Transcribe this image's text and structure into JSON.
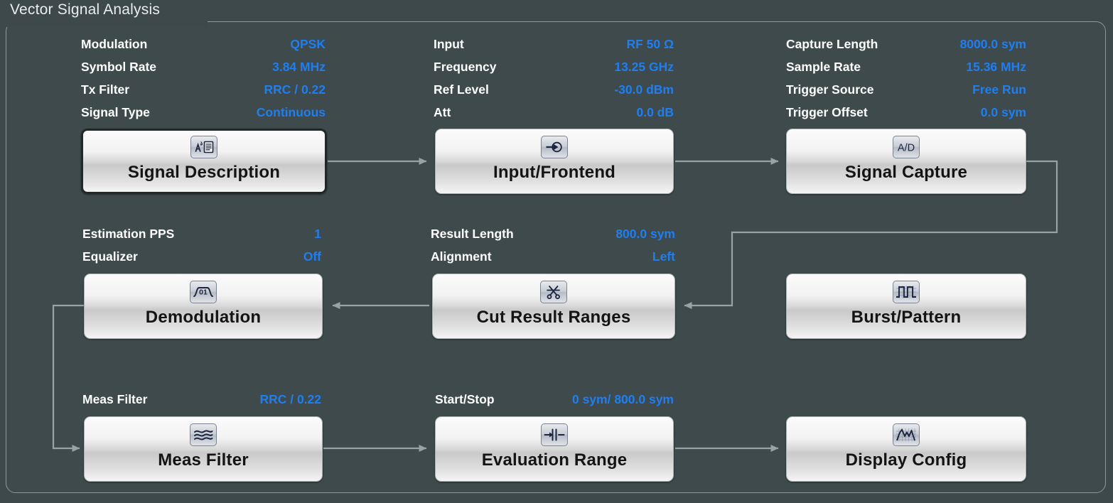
{
  "panel": {
    "title": "Vector Signal Analysis",
    "accent_value_color": "#1f7ef0",
    "label_color": "#ffffff",
    "background_color": "#3e4a4c",
    "border_color": "#8e9899"
  },
  "parameter_groups": [
    {
      "group": "signal-description-params",
      "rows": [
        {
          "name": "Modulation",
          "value": "QPSK"
        },
        {
          "name": "Symbol Rate",
          "value": "3.84 MHz"
        },
        {
          "name": "Tx Filter",
          "value": "RRC / 0.22"
        },
        {
          "name": "Signal Type",
          "value": "Continuous"
        }
      ]
    },
    {
      "group": "input-frontend-params",
      "rows": [
        {
          "name": "Input",
          "value": "RF 50 Ω"
        },
        {
          "name": "Frequency",
          "value": "13.25 GHz"
        },
        {
          "name": "Ref Level",
          "value": "-30.0 dBm"
        },
        {
          "name": "Att",
          "value": "0.0 dB"
        }
      ]
    },
    {
      "group": "signal-capture-params",
      "rows": [
        {
          "name": "Capture Length",
          "value": "8000.0 sym"
        },
        {
          "name": "Sample Rate",
          "value": "15.36 MHz"
        },
        {
          "name": "Trigger Source",
          "value": "Free Run"
        },
        {
          "name": "Trigger Offset",
          "value": "0.0 sym"
        }
      ]
    },
    {
      "group": "demodulation-params",
      "rows": [
        {
          "name": "Estimation PPS",
          "value": "1"
        },
        {
          "name": "Equalizer",
          "value": "Off"
        }
      ]
    },
    {
      "group": "cut-result-ranges-params",
      "rows": [
        {
          "name": "Result Length",
          "value": "800.0 sym"
        },
        {
          "name": "Alignment",
          "value": "Left"
        }
      ]
    },
    {
      "group": "meas-filter-params",
      "rows": [
        {
          "name": "Meas Filter",
          "value": "RRC / 0.22"
        }
      ]
    },
    {
      "group": "evaluation-range-params",
      "rows": [
        {
          "name": "Start/Stop",
          "value": "0 sym/ 800.0 sym"
        }
      ]
    }
  ],
  "buttons": [
    {
      "id": "signal-description",
      "label": "Signal Description",
      "icon": "signal-description-icon",
      "selected": true
    },
    {
      "id": "input-frontend",
      "label": "Input/Frontend",
      "icon": "input-arrow-icon",
      "selected": false
    },
    {
      "id": "signal-capture",
      "label": "Signal Capture",
      "icon": "analog-digital-icon",
      "selected": false
    },
    {
      "id": "demodulation",
      "label": "Demodulation",
      "icon": "demodulation-icon",
      "selected": false
    },
    {
      "id": "cut-result-ranges",
      "label": "Cut Result Ranges",
      "icon": "scissors-icon",
      "selected": false
    },
    {
      "id": "burst-pattern",
      "label": "Burst/Pattern",
      "icon": "burst-pattern-icon",
      "selected": false
    },
    {
      "id": "meas-filter",
      "label": "Meas Filter",
      "icon": "wave-filter-icon",
      "selected": false
    },
    {
      "id": "evaluation-range",
      "label": "Evaluation Range",
      "icon": "range-markers-icon",
      "selected": false
    },
    {
      "id": "display-config",
      "label": "Display Config",
      "icon": "trace-display-icon",
      "selected": false
    }
  ],
  "icon_labels": {
    "analog_digital": "A/D",
    "demodulation_bits": "01"
  }
}
